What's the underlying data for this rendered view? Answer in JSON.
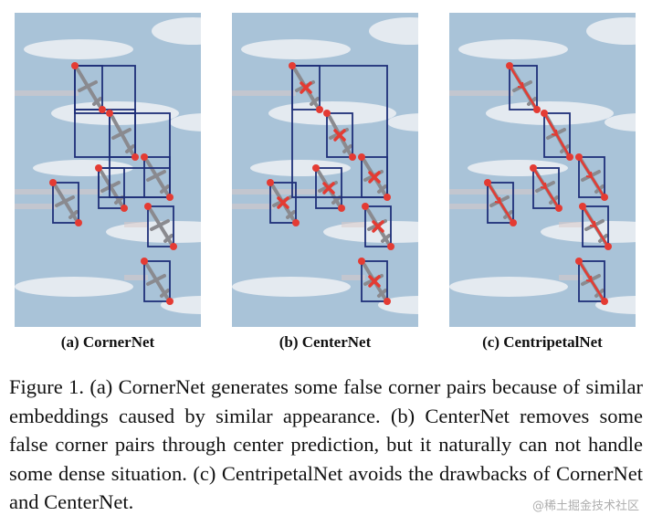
{
  "figure": {
    "subfigures": [
      {
        "id": "a",
        "label": "(a) CornerNet"
      },
      {
        "id": "b",
        "label": "(b) CenterNet"
      },
      {
        "id": "c",
        "label": "(c) CentripetalNet"
      }
    ],
    "caption": "Figure 1. (a) CornerNet generates some false corner pairs because of similar embeddings caused by similar appearance. (b) Center­Net removes some false corner pairs through center prediction, but it naturally can not handle some dense situation. (c) Centripetal­Net avoids the drawbacks of CornerNet and CenterNet.",
    "watermark": "@稀土掘金技术社区"
  },
  "colors": {
    "box": "#1f2f78",
    "corner": "#e43b33",
    "sky": "#a9c3d8",
    "cloud": "#eef1f4",
    "plane": "#8a8a8f"
  }
}
